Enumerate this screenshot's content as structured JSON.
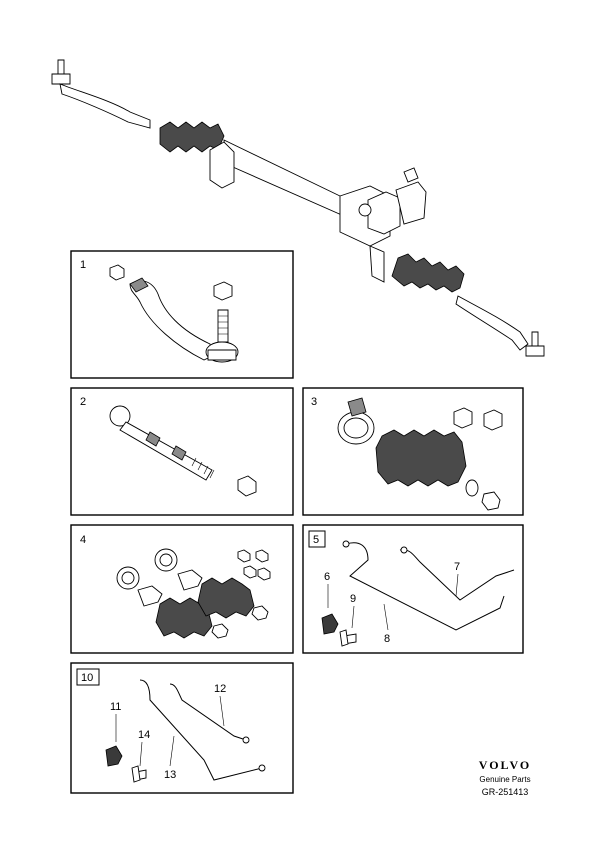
{
  "panels": [
    {
      "label": "1"
    },
    {
      "label": "2"
    },
    {
      "label": "3"
    },
    {
      "label": "4"
    },
    {
      "label": "5"
    },
    {
      "label": "10"
    }
  ],
  "callouts": [
    "6",
    "7",
    "8",
    "9",
    "11",
    "12",
    "13",
    "14"
  ],
  "brand": {
    "logo": "VOLVO",
    "tagline": "Genuine Parts",
    "code": "GR-251413"
  }
}
